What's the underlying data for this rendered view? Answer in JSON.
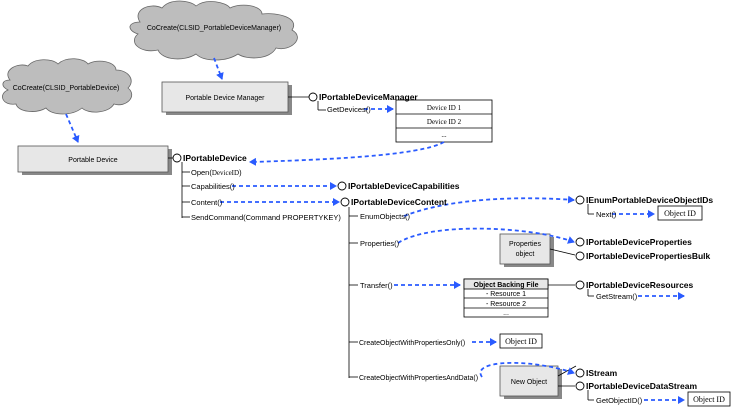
{
  "clouds": {
    "manager_create": "CoCreate(CLSID_PortableDeviceManager)",
    "device_create": "CoCreate(CLSID_PortableDevice)"
  },
  "boxes": {
    "manager": "Portable Device Manager",
    "device": "Portable Device",
    "properties_object": [
      "Properties",
      "object"
    ],
    "new_object": "New Object",
    "object_id_1": "Object ID",
    "object_id_2": "Object ID",
    "object_id_3": "Object ID"
  },
  "interfaces": {
    "manager": "IPortableDeviceManager",
    "device": "IPortableDevice",
    "capabilities": "IPortableDeviceCapabilities",
    "content": "IPortableDeviceContent",
    "enum": "IEnumPortableDeviceObjectIDs",
    "properties": "IPortableDeviceProperties",
    "properties_bulk": "IPortableDevicePropertiesBulk",
    "resources": "IPortableDeviceResources",
    "stream": "IStream",
    "data_stream": "IPortableDeviceDataStream"
  },
  "methods": {
    "get_devices": "GetDevices()",
    "open_prefix": "Open(",
    "open_arg": "DeviceID",
    "open_suffix": ")",
    "capabilities": "Capabilities()",
    "content": "Content()",
    "send_command": "SendCommand(Command PROPERTYKEY)",
    "enum_objects": "EnumObjects()",
    "properties": "Properties()",
    "transfer": "Transfer()",
    "create_props_only": "CreateObjectWithPropertiesOnly()",
    "create_props_data": "CreateObjectWithPropertiesAndData()",
    "next": "Next()",
    "get_stream": "GetStream()",
    "get_object_id": "GetObjectID()"
  },
  "device_list": [
    "Device ID 1",
    "Device ID 2",
    "..."
  ],
  "backing_file": {
    "header": "Object Backing File",
    "rows": [
      "- Resource 1",
      "- Resource 2",
      "..."
    ]
  },
  "colors": {
    "arrow": "#2a5bff",
    "box_fill": "#e7e7e7",
    "cloud_fill": "#bdbdbd"
  }
}
